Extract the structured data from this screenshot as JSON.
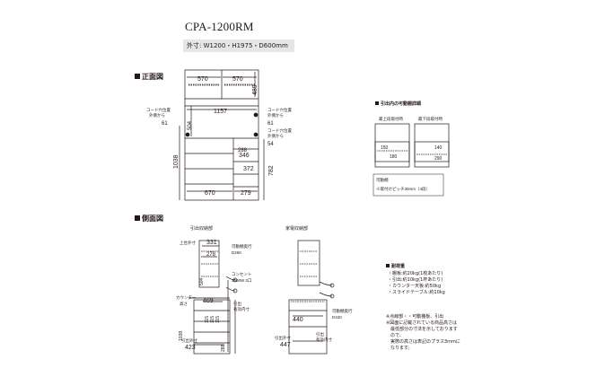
{
  "title": "CPA-1200RM",
  "dimensions": "外寸: W1200・H1975・D600mm",
  "front": {
    "heading": "正面図",
    "dims": {
      "top_left": "570",
      "top_right": "570",
      "top_height": "489",
      "mid_width": "1157",
      "mid_height": "504",
      "left_height": "61",
      "right_height": "61",
      "right_lower": "54",
      "total_height": "1038",
      "drawer_top": "288",
      "drawer_mid": "346",
      "drawer_low": "372",
      "right_total": "782",
      "bottom_left": "670",
      "bottom_right": "279"
    },
    "cord1": "コード穴位置\n外側から",
    "cord2": "コード穴位置\n外側から",
    "cord3": "コード穴位置\n外側から"
  },
  "detail": {
    "heading": "引出内の可動棚詳細",
    "upper_label": "最上段取付時",
    "lower_label": "最下段取付時",
    "upper_top": "150",
    "upper_bottom": "180",
    "lower_top": "140",
    "lower_bottom": "290",
    "note_line1": "可動棚",
    "note_line2": "※取付けピッチ30mm（4段）"
  },
  "side": {
    "heading": "側面図",
    "drawer_section": "引出収納部",
    "appliance_section": "家電収納部",
    "upper_depth": "331",
    "upper_label": "上台外寸",
    "inner_depth": "278",
    "shelf_label": "可動棚奥行",
    "shelf_depth": "D260",
    "outlet": "コンセント\n1500W 2口",
    "counter_label": "カウンター\n高さ",
    "counter_depth": "469",
    "slide_label": "引出\n有効内寸",
    "drawer_depth": "423",
    "drawer_label": "引出外寸",
    "app_depth": "440",
    "app_shelf_label": "可動棚奥行",
    "app_shelf_depth": "D420",
    "app_drawer_label": "引出外寸",
    "app_drawer_depth": "447",
    "app_slide_label": "引出\n有効内寸",
    "v_dims": [
      "504",
      "115",
      "115",
      "115",
      "288",
      "1038"
    ]
  },
  "load": {
    "heading": "耐荷重",
    "items": [
      "・棚板:約20kg(1枚あたり)",
      "・引出:約10kg(1杯あたり)",
      "・カウンター天板:約50kg",
      "・スライドテーブル:約10kg"
    ],
    "notes": [
      "※点線部・・可動棚板、引出",
      "※図面に記載されている商品高さは",
      "　最低部分の寸法を示しております",
      "　ので、",
      "　実際の高さは表記のプラス3mmに",
      "　なります。"
    ]
  }
}
